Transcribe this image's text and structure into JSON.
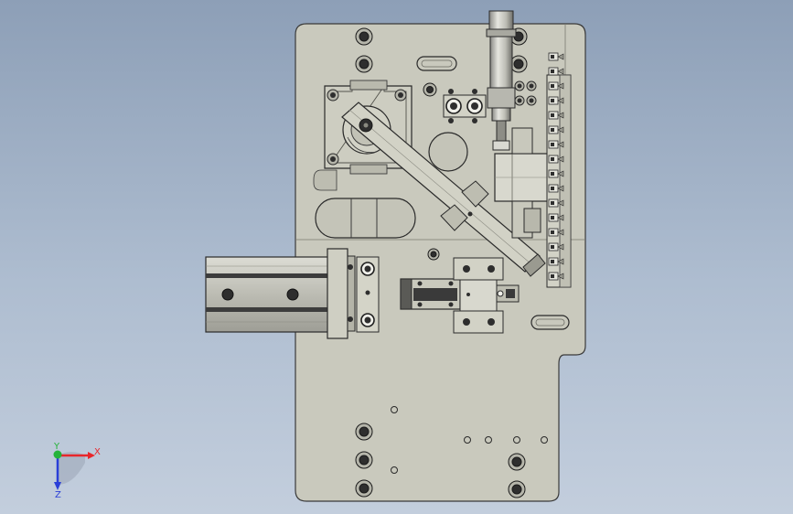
{
  "viewport": {
    "background_top": "#8d9fb7",
    "background_bottom": "#c3cedd",
    "plate_color": "#c9c9bd",
    "edge_color": "#3a3a3a",
    "steel_color": "#d9d9d2",
    "dark_steel": "#4a4a4a"
  },
  "triad": {
    "x_label": "X",
    "y_label": "Y",
    "z_label": "Z",
    "x_color": "#e8262b",
    "y_color": "#25b33a",
    "z_color": "#2a3fd8"
  }
}
